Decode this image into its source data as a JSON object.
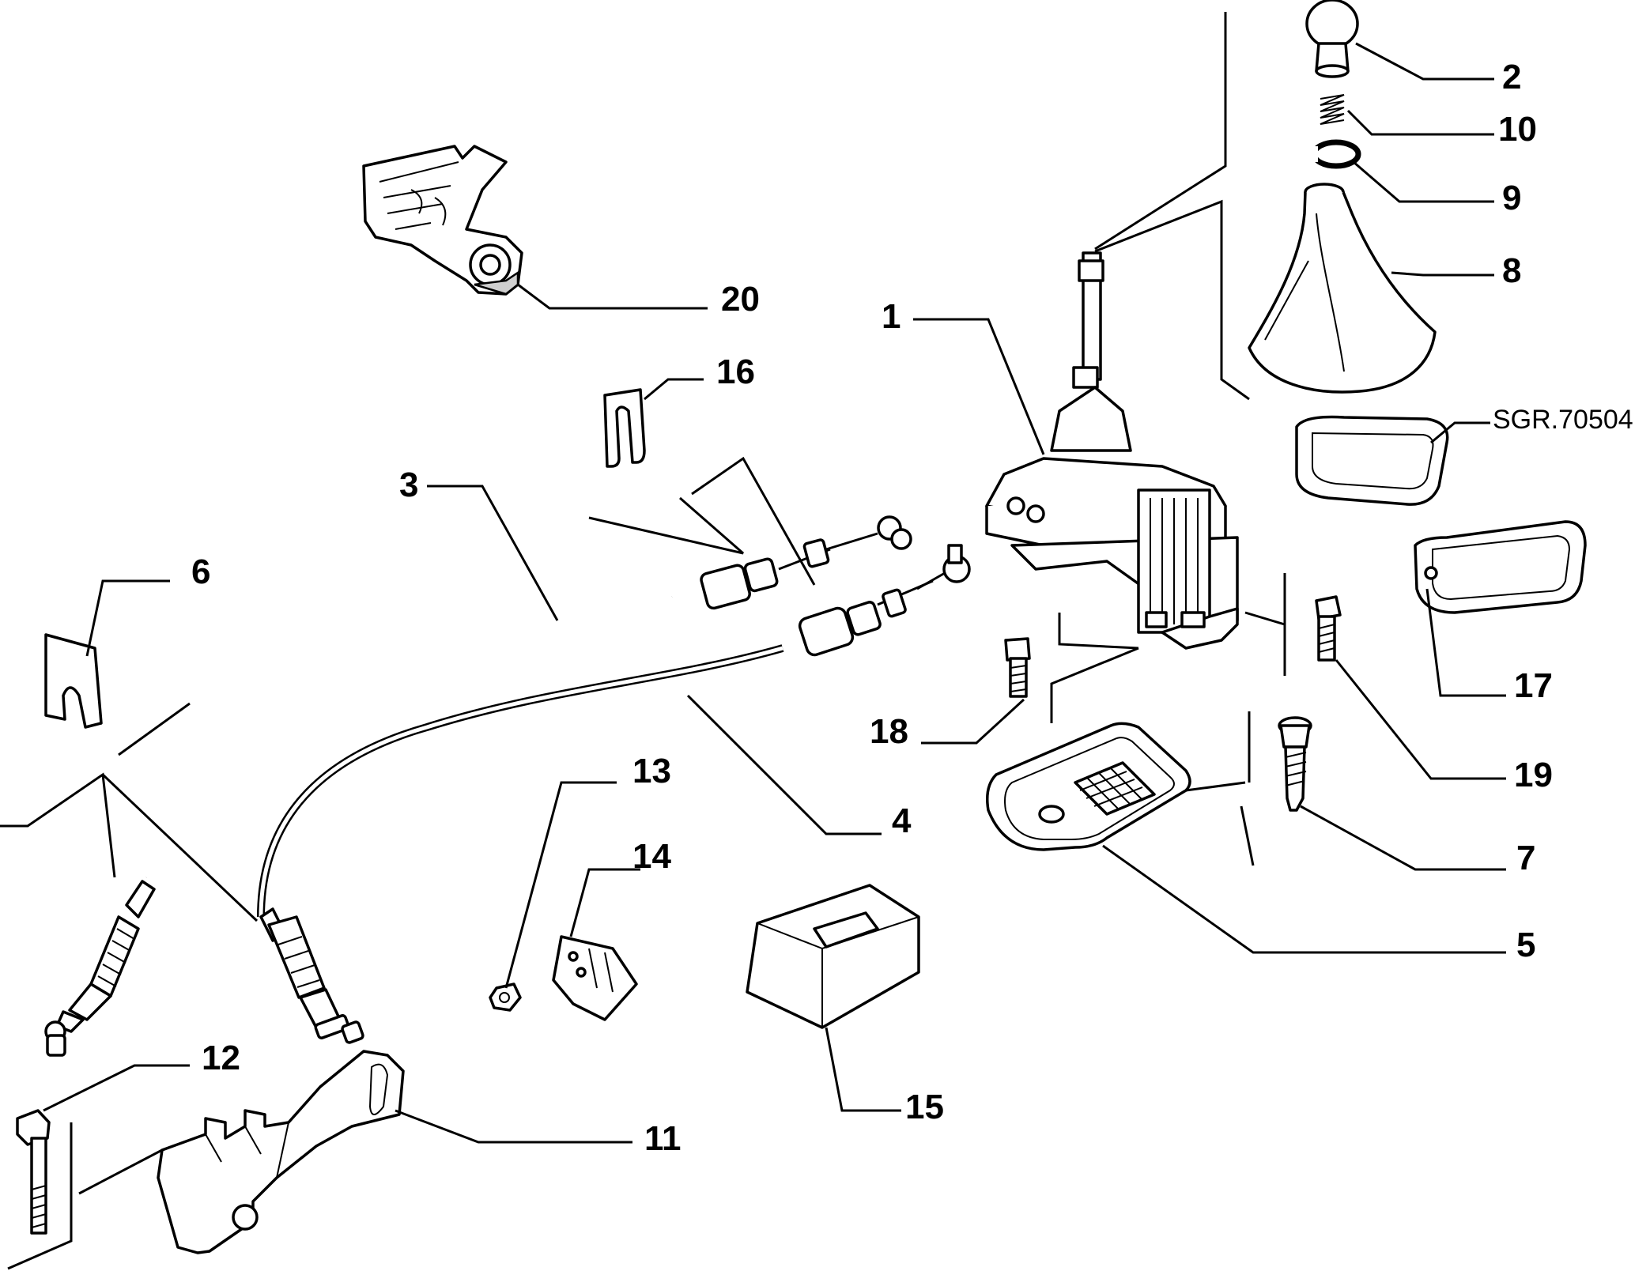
{
  "diagram": {
    "reference_code": "SGR.70504",
    "labels": {
      "p1": "1",
      "p2": "2",
      "p3": "3",
      "p4": "4",
      "p5": "5",
      "p6": "6",
      "p7": "7",
      "p8": "8",
      "p9": "9",
      "p10": "10",
      "p11": "11",
      "p12": "12",
      "p13": "13",
      "p14": "14",
      "p15": "15",
      "p16": "16",
      "p17": "17",
      "p18": "18",
      "p19": "19",
      "p20": "20"
    }
  }
}
